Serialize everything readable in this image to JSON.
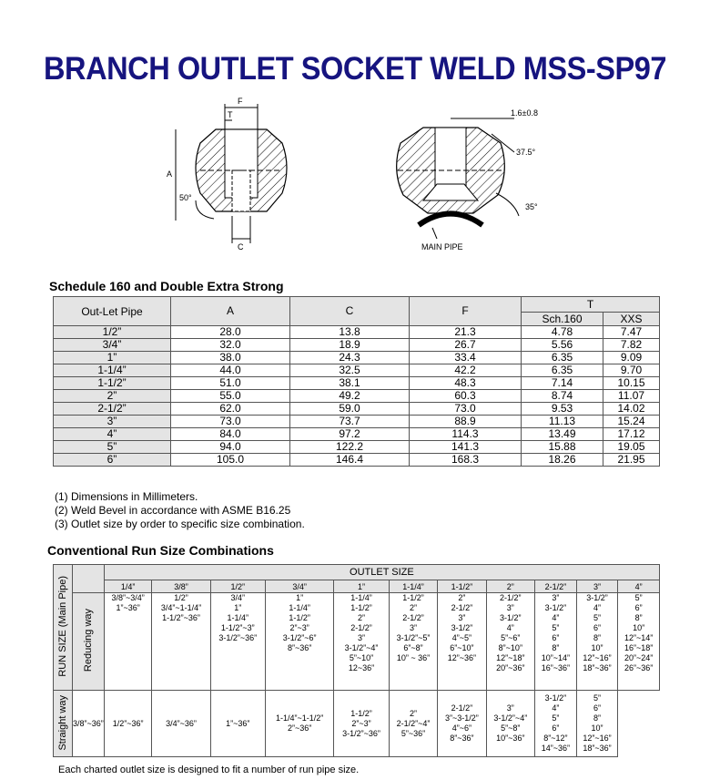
{
  "title": "BRANCH OUTLET SOCKET WELD MSS-SP97",
  "drawing_labels": {
    "f": "F",
    "t": "T",
    "a": "A",
    "c": "C",
    "angle50": "50°",
    "dim16": "1.6±0.8",
    "angle375": "37.5°",
    "angle35": "35°",
    "main_pipe": "MAIN PIPE"
  },
  "schedule": {
    "heading": "Schedule 160 and Double Extra Strong",
    "headers": {
      "pipe": "Out-Let Pipe",
      "a": "A",
      "c": "C",
      "f": "F",
      "t": "T",
      "sch160": "Sch.160",
      "xxs": "XXS"
    },
    "rows": [
      [
        "1/2”",
        "28.0",
        "13.8",
        "21.3",
        "4.78",
        "7.47"
      ],
      [
        "3/4”",
        "32.0",
        "18.9",
        "26.7",
        "5.56",
        "7.82"
      ],
      [
        "1”",
        "38.0",
        "24.3",
        "33.4",
        "6.35",
        "9.09"
      ],
      [
        "1-1/4”",
        "44.0",
        "32.5",
        "42.2",
        "6.35",
        "9.70"
      ],
      [
        "1-1/2”",
        "51.0",
        "38.1",
        "48.3",
        "7.14",
        "10.15"
      ],
      [
        "2”",
        "55.0",
        "49.2",
        "60.3",
        "8.74",
        "11.07"
      ],
      [
        "2-1/2”",
        "62.0",
        "59.0",
        "73.0",
        "9.53",
        "14.02"
      ],
      [
        "3”",
        "73.0",
        "73.7",
        "88.9",
        "11.13",
        "15.24"
      ],
      [
        "4”",
        "84.0",
        "97.2",
        "114.3",
        "13.49",
        "17.12"
      ],
      [
        "5”",
        "94.0",
        "122.2",
        "141.3",
        "15.88",
        "19.05"
      ],
      [
        "6”",
        "105.0",
        "146.4",
        "168.3",
        "18.26",
        "21.95"
      ]
    ]
  },
  "notes": [
    "(1) Dimensions in Millimeters.",
    "(2) Weld Bevel in accordance with ASME B16.25",
    "(3) Outlet size by order to specific size combination."
  ],
  "conventional": {
    "heading": "Conventional Run Size Combinations",
    "outlet_size_label": "OUTLET SIZE",
    "run_size_label": "RUN SIZE (Main Pipe)",
    "reducing_label": "Reducing way",
    "straight_label": "Straight way",
    "sizes": [
      "1/4”",
      "3/8”",
      "1/2”",
      "3/4”",
      "1”",
      "1-1/4”",
      "1-1/2”",
      "2”",
      "2-1/2”",
      "3”",
      "4”"
    ],
    "reducing": [
      "3/8”~3/4”\n1”~36”",
      "1/2”\n3/4”~1-1/4”\n1-1/2”~36”",
      "3/4”\n1”\n1-1/4”\n1-1/2”~3”\n3-1/2”~36”",
      "1”\n1-1/4”\n1-1/2”\n2”~3”\n3-1/2”~6”\n8”~36”",
      "1-1/4”\n1-1/2”\n2”\n2-1/2”\n3”\n3-1/2”~4”\n5”~10”\n12~36”",
      "1-1/2”\n2”\n2-1/2”\n3”\n3-1/2”~5”\n6”~8”\n10” ~ 36”",
      "2”\n2-1/2”\n3”\n3-1/2”\n4”~5”\n6”~10”\n12”~36”",
      "2-1/2”\n3”\n3-1/2”\n4”\n5”~6”\n8”~10”\n12”~18”\n20”~36”",
      "3”\n3-1/2”\n4”\n5”\n6”\n8”\n10”~14”\n16”~36”",
      "3-1/2”\n4”\n5”\n6”\n8”\n10”\n12”~16”\n18”~36”",
      "5”\n6”\n8”\n10”\n12”~14”\n16”~18”\n20”~24”\n26”~36”"
    ],
    "straight": [
      "3/8”~36”",
      "1/2”~36”",
      "3/4”~36”",
      "1”~36”",
      "1-1/4”~1-1/2”\n2”~36”",
      "1-1/2”\n2”~3”\n3-1/2”~36”",
      "2”\n2-1/2”~4”\n5”~36”",
      "2-1/2”\n3”~3-1/2”\n4”~6”\n8”~36”",
      "3”\n3-1/2”~4”\n5”~8”\n10”~36”",
      "3-1/2”\n4”\n5”\n6”\n8”~12”\n14”~36”",
      "5”\n6”\n8”\n10”\n12”~16”\n18”~36”"
    ]
  },
  "footer": "Each charted outlet size is designed to fit a number of run pipe size."
}
